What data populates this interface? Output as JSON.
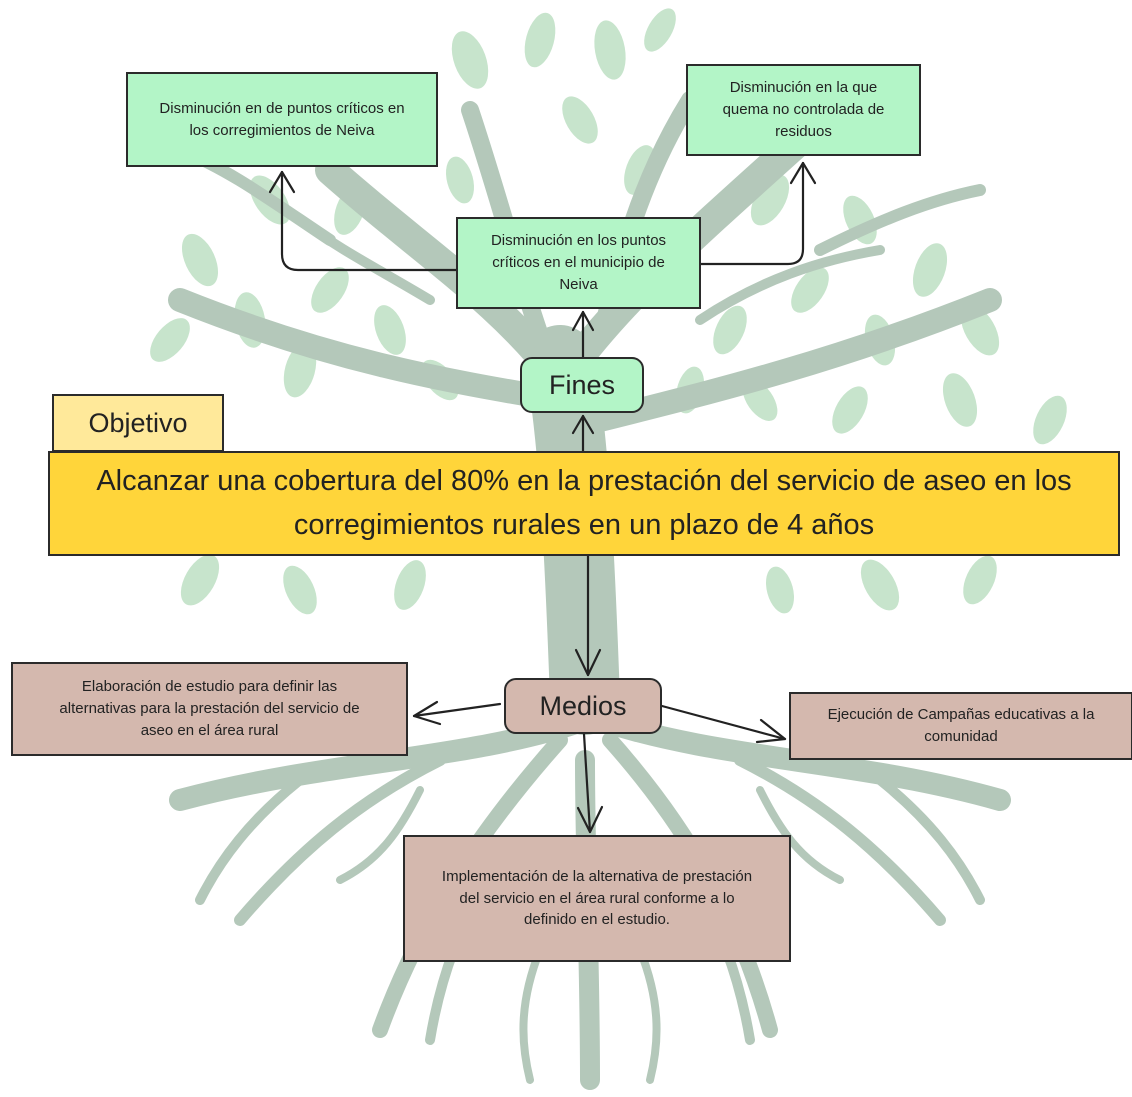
{
  "labels": {
    "fines": "Fines",
    "objetivo": "Objetivo",
    "medios": "Medios"
  },
  "objective": {
    "line1": "Alcanzar una cobertura del 80% en la prestación del servicio de aseo en los",
    "line2": "corregimientos rurales en un plazo de 4 años"
  },
  "fines": {
    "left": [
      "Disminución en de puntos críticos en",
      "los corregimientos de Neiva"
    ],
    "right": [
      "Disminución en la que",
      "quema no controlada de",
      "residuos"
    ],
    "center": [
      "Disminución en los puntos",
      "críticos en el municipio de",
      "Neiva"
    ]
  },
  "medios": {
    "left": [
      "Elaboración de estudio para definir las",
      "alternativas para la prestación del servicio de",
      "aseo en el área rural"
    ],
    "right": [
      "Ejecución de Campañas educativas a la",
      "comunidad"
    ],
    "bottom": [
      "Implementación de la alternativa de prestación",
      "del servicio en el área rural conforme a lo",
      "definido en el estudio."
    ]
  },
  "colors": {
    "fines_fill": "#b3f5c7",
    "medios_fill": "#d4b8ae",
    "objective_fill": "#ffd53a",
    "objetivo_label_fill": "#ffe99a",
    "tree_trunk": "#b4c8ba",
    "tree_leaf": "#c7e4cc",
    "border": "#2b2b2b"
  }
}
